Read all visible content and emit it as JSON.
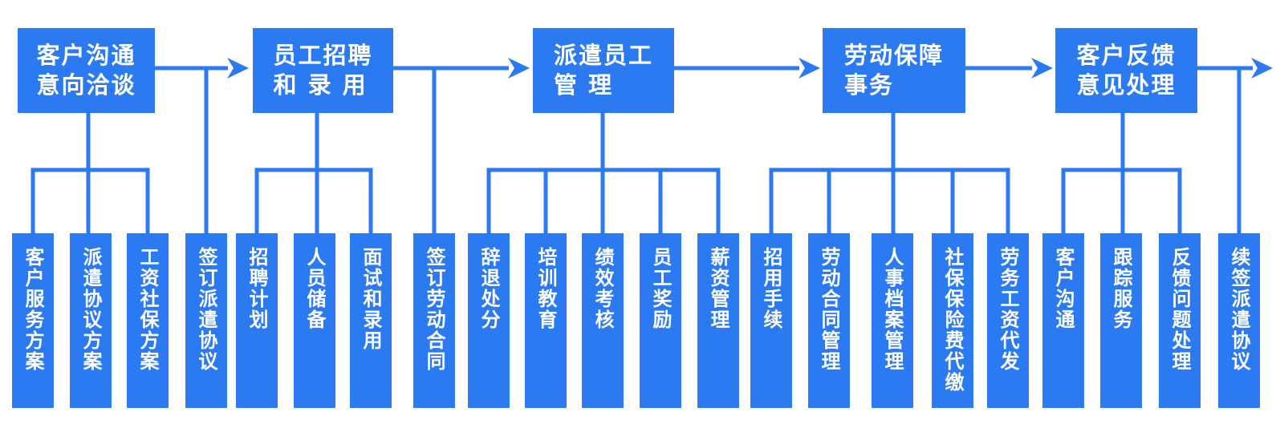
{
  "diagram": {
    "type": "flowchart",
    "direction": "left-to-right",
    "accent_color": "#2b7af2",
    "node_text_color": "#ffffff",
    "flow": [
      {
        "title": "客户沟通意向洽谈",
        "title_line1": "客户沟通",
        "title_line2": "意向洽谈",
        "subtasks": [
          "客户服务方案",
          "派遣协议方案",
          "工资社保方案"
        ]
      },
      {
        "title": "员工招聘和录用",
        "title_line1": "员工招聘",
        "title_line2": "和 录 用",
        "subtasks": [
          "招聘计划",
          "人员储备",
          "面试和录用"
        ]
      },
      {
        "title": "派遣员工管理",
        "title_line1": "派遣员工",
        "title_line2": "管 理",
        "subtasks": [
          "辞退处分",
          "培训教育",
          "绩效考核",
          "员工奖励",
          "薪资管理"
        ]
      },
      {
        "title": "劳动保障事务",
        "title_line1": "劳动保障",
        "title_line2": "事务",
        "subtasks": [
          "招用手续",
          "劳动合同管理",
          "人事档案管理",
          "社保保险费代缴",
          "劳务工资代发"
        ]
      },
      {
        "title": "客户反馈意见处理",
        "title_line1": "客户反馈",
        "title_line2": "意见处理",
        "subtasks": [
          "客户沟通",
          "跟踪服务",
          "反馈问题处理"
        ]
      }
    ],
    "bridges": [
      {
        "label": "签订派遣协议",
        "position": "on arrow between step 1 and step 2"
      },
      {
        "label": "签订劳动合同",
        "position": "on arrow between step 2 and step 3"
      },
      {
        "label": "续签派遣协议",
        "position": "on outgoing arrow after step 5"
      }
    ]
  }
}
